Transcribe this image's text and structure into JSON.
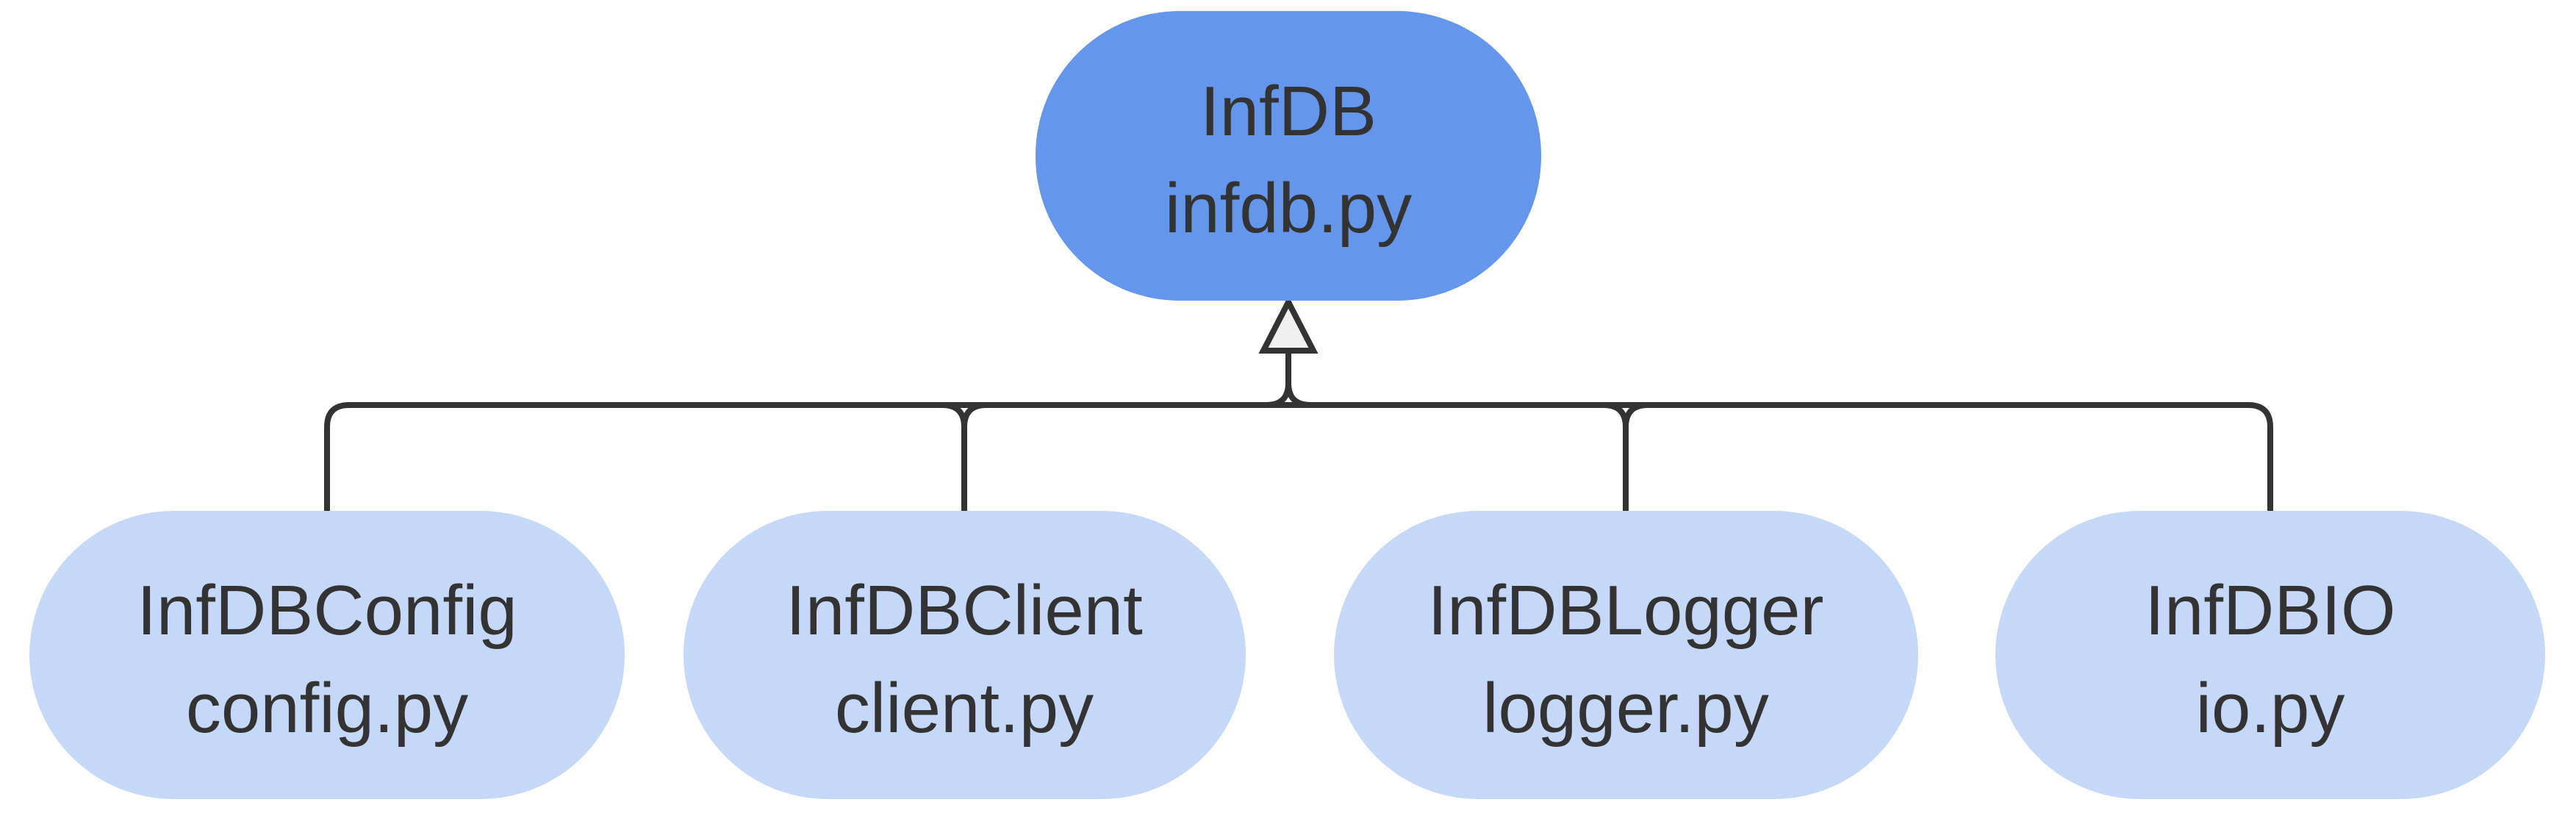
{
  "diagram": {
    "kind": "class-hierarchy",
    "parent": {
      "class_name": "InfDB",
      "file_name": "infdb.py"
    },
    "children": [
      {
        "class_name": "InfDBConfig",
        "file_name": "config.py"
      },
      {
        "class_name": "InfDBClient",
        "file_name": "client.py"
      },
      {
        "class_name": "InfDBLogger",
        "file_name": "logger.py"
      },
      {
        "class_name": "InfDBIO",
        "file_name": "io.py"
      }
    ],
    "relationship": "inheritance",
    "colors": {
      "parent_fill": "#6496eb",
      "child_fill": "#c6d8f8",
      "edge": "#333333",
      "text": "#333333",
      "arrowhead_fill": "#f0f0f0",
      "background": "#ffffff"
    }
  }
}
